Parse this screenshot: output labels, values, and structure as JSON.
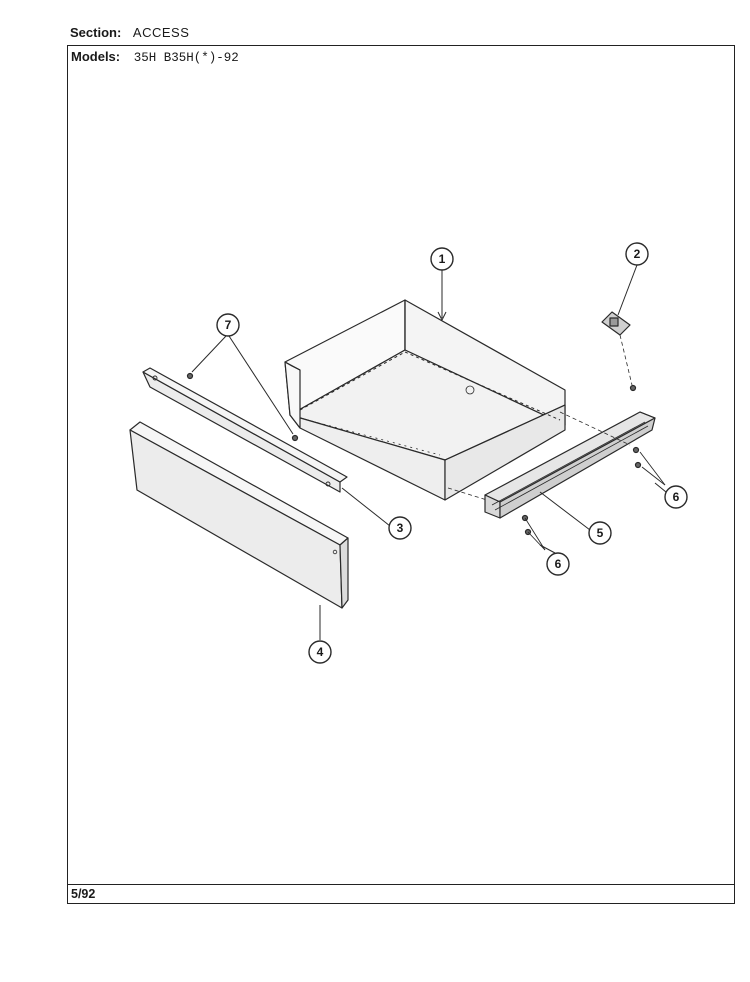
{
  "header": {
    "section_label": "Section:",
    "section_value": "ACCESS",
    "models_label": "Models:",
    "models_value": "35H   B35H(*)-92"
  },
  "footer": {
    "date_code": "5/92"
  },
  "callouts": [
    {
      "id": "1",
      "part": "drawer-box"
    },
    {
      "id": "2",
      "part": "clip"
    },
    {
      "id": "3",
      "part": "front-rail"
    },
    {
      "id": "4",
      "part": "drawer-front-panel"
    },
    {
      "id": "5",
      "part": "slide-rail"
    },
    {
      "id": "6",
      "part": "screws"
    },
    {
      "id": "7",
      "part": "screws"
    }
  ]
}
